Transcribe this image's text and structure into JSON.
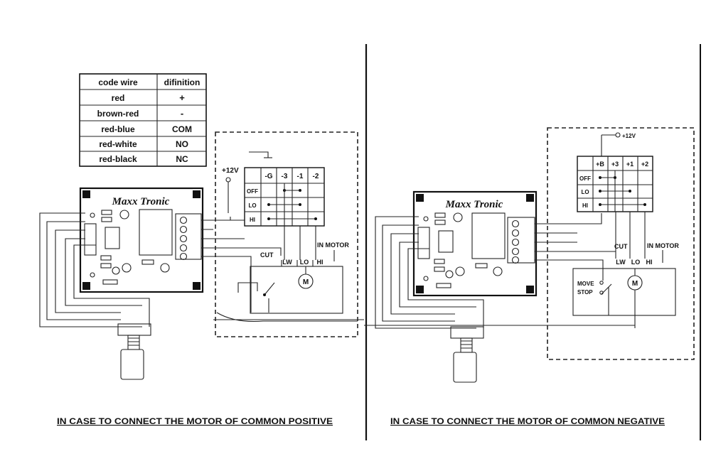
{
  "code_table": {
    "header": [
      "code wire",
      "difinition"
    ],
    "rows": [
      [
        "red",
        "+"
      ],
      [
        "brown-red",
        "-"
      ],
      [
        "red-blue",
        "COM"
      ],
      [
        "red-white",
        "NO"
      ],
      [
        "red-black",
        "NC"
      ]
    ]
  },
  "left_diagram": {
    "brand": "Maxx Tronic",
    "supply": "+12V",
    "switch_cols": [
      "-G",
      "-3",
      "-1",
      "-2"
    ],
    "switch_rows": [
      "OFF",
      "LO",
      "HI"
    ],
    "cut": "CUT",
    "terminals": [
      "LW",
      "LO",
      "HI"
    ],
    "in_motor": "IN MOTOR",
    "motor": "M",
    "caption": "IN CASE TO CONNECT THE MOTOR OF COMMON POSITIVE"
  },
  "right_diagram": {
    "brand": "Maxx Tronic",
    "supply": "+12V",
    "switch_cols": [
      "+B",
      "+3",
      "+1",
      "+2"
    ],
    "switch_rows": [
      "OFF",
      "LO",
      "HI"
    ],
    "cut": "CUT",
    "terminals": [
      "LW",
      "LO",
      "HI"
    ],
    "in_motor": "IN MOTOR",
    "move": "MOVE",
    "stop": "STOP",
    "motor": "M",
    "caption": "IN CASE TO CONNECT THE MOTOR OF COMMON NEGATIVE"
  }
}
